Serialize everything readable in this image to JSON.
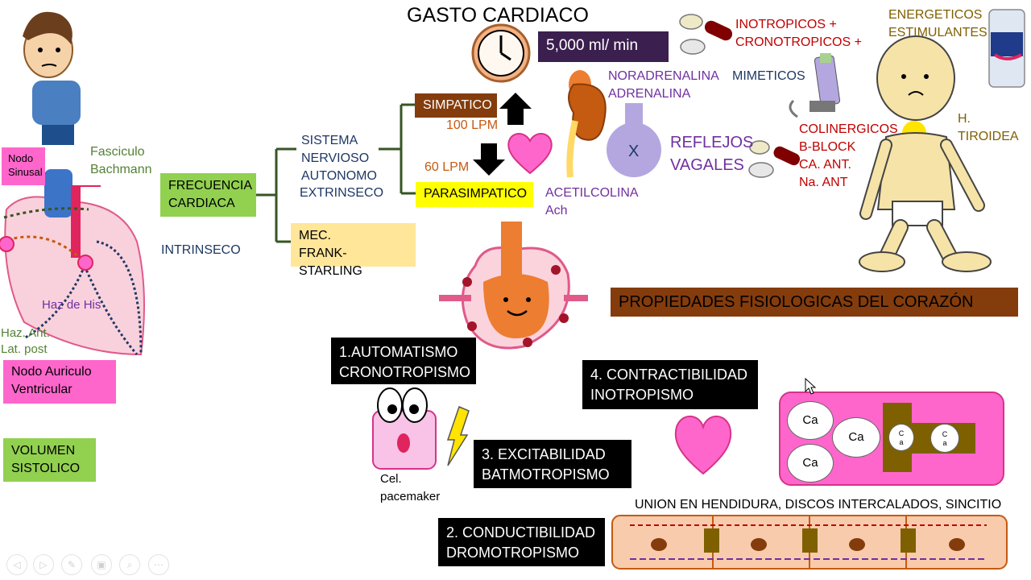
{
  "title": "GASTO CARDIACO",
  "cardiac_output": "5,000 ml/ min",
  "left": {
    "nodo_sinusal": "Nodo\nSinusal",
    "fasciculo": "Fasciculo\nBachmann",
    "haz_de_his": "Haz de His",
    "haz_ant": "Haz. Ant.\nLat. post",
    "nodo_av": "Nodo Auriculo\nVentricular",
    "volumen": "VOLUMEN\nSISTOLICO"
  },
  "tree": {
    "frecuencia": "FRECUENCIA\nCARDIACA",
    "intrinseco": "INTRINSECO",
    "sistema": "SISTEMA\nNERVIOSO\nAUTONOMO",
    "extrinseco": "EXTRINSECO",
    "frank": "MEC.\nFRANK-STARLING",
    "simpatico": "SIMPATICO",
    "lpm100": "100 LPM",
    "lpm60": "60 LPM",
    "parasimpatico": "PARASIMPATICO"
  },
  "mediators": {
    "noradrenalina": "NORADRENALINA\nADRENALINA",
    "acetilcolina": "ACETILCOLINA\nAch",
    "x_mark": "X",
    "reflejos": "REFLEJOS\nVAGALES"
  },
  "drugs": {
    "inotropicos": "INOTROPICOS +\nCRONOTROPICOS +",
    "mimeticos": "MIMETICOS",
    "colinergicos": "COLINERGICOS\nB-BLOCK\nCA. ANT.\nNa. ANT",
    "energeticos": "ENERGETICOS\nESTIMULANTES",
    "tiroidea": "H. TIROIDEA"
  },
  "properties": {
    "header": "PROPIEDADES FISIOLOGICAS DEL CORAZÓN",
    "p1": "1.AUTOMATISMO\nCRONOTROPISMO",
    "p2": "2. CONDUCTIBILIDAD\nDROMOTROPISMO",
    "p3": "3. EXCITABILIDAD\nBATMOTROPISMO",
    "p4": "4. CONTRACTIBILIDAD\nINOTROPISMO",
    "pacemaker": "Cel.\npacemaker",
    "ca": "Ca",
    "ca_small": "C\na",
    "union": "UNION EN HENDIDURA, DISCOS INTERCALADOS, SINCITIO"
  },
  "controls": [
    "◁",
    "▷",
    "✎",
    "▣",
    "⌕",
    "⋯"
  ],
  "colors": {
    "pink_label": "#ff66cc",
    "green_label": "#92d050",
    "yellow_label": "#ffff00",
    "cream_label": "#ffe699",
    "brown_label": "#843c0c",
    "purple_box": "#3b1f4e",
    "header_band": "#843c0c",
    "text_purple": "#7030a0",
    "text_blue": "#1f3864",
    "text_green": "#548235",
    "text_red": "#c00000",
    "text_gold": "#7f6000"
  }
}
